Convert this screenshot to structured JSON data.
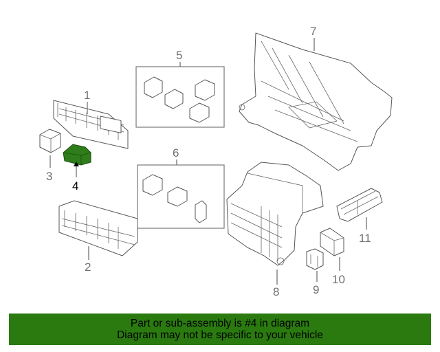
{
  "callouts": {
    "c1": "1",
    "c2": "2",
    "c3": "3",
    "c4": "4",
    "c5": "5",
    "c6": "6",
    "c7": "7",
    "c8": "8",
    "c9": "9",
    "c10": "10",
    "c11": "11"
  },
  "highlight": {
    "part": "4",
    "color": "#2e7d1a"
  },
  "banner": {
    "line1": "Part or sub-assembly is #4 in diagram",
    "line2": "Diagram may not be specific to your vehicle",
    "background": "#2a7a10"
  }
}
